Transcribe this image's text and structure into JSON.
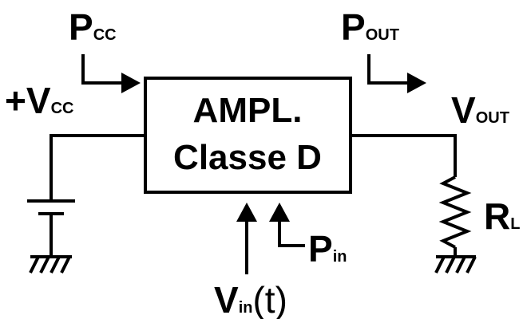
{
  "block": {
    "line1": "AMPL.",
    "line2": "Classe D"
  },
  "labels": {
    "pcc_main": "P",
    "pcc_sub": "CC",
    "vcc_sign": "+",
    "vcc_main": "V",
    "vcc_sub": "CC",
    "pout_main": "P",
    "pout_sub": "OUT",
    "vout_main": "V",
    "vout_sub": "OUT",
    "rl_main": "R",
    "rl_sub": "L",
    "pin_main": "P",
    "pin_sub": "in",
    "vin_main": "V",
    "vin_sub": "in",
    "vin_arg": "(t)"
  }
}
